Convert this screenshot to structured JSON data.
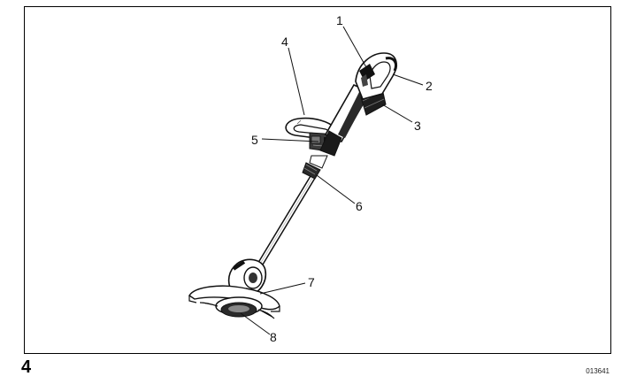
{
  "figure": {
    "number": "4",
    "code": "013641"
  },
  "callouts": [
    {
      "id": "1",
      "label": "1"
    },
    {
      "id": "2",
      "label": "2"
    },
    {
      "id": "3",
      "label": "3"
    },
    {
      "id": "4",
      "label": "4"
    },
    {
      "id": "5",
      "label": "5"
    },
    {
      "id": "6",
      "label": "6"
    },
    {
      "id": "7",
      "label": "7"
    },
    {
      "id": "8",
      "label": "8"
    }
  ]
}
